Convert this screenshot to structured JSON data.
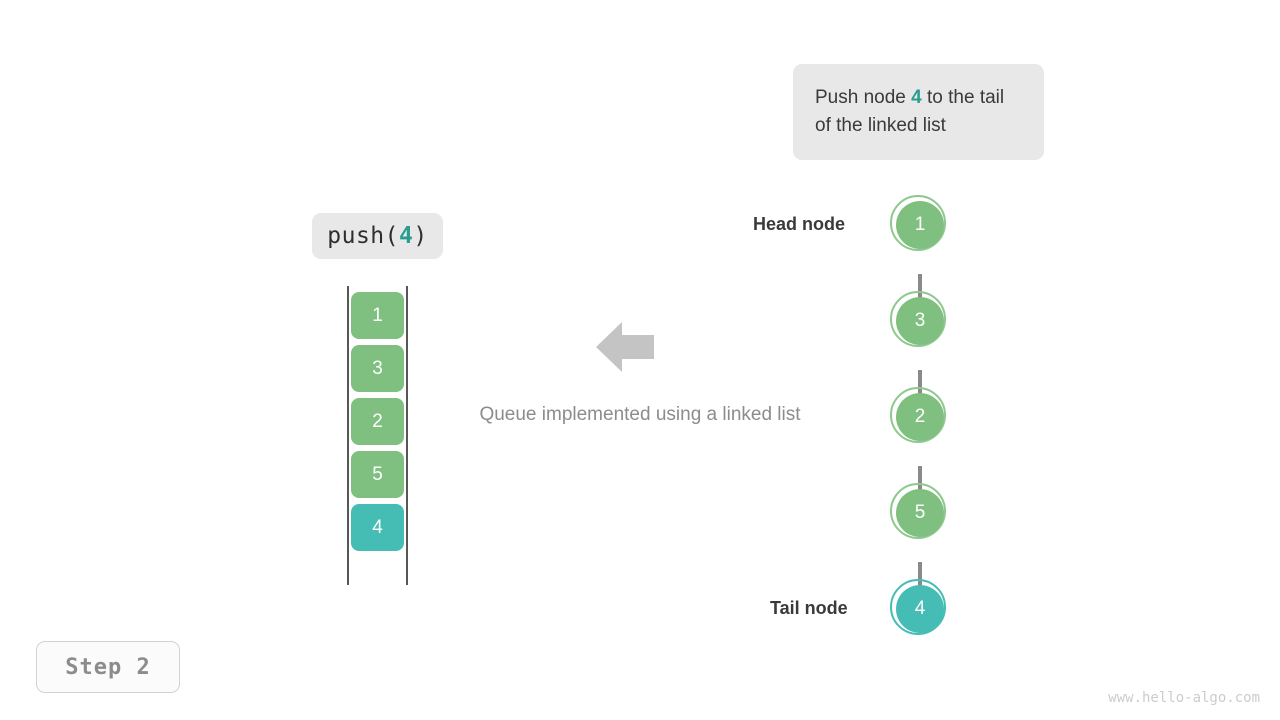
{
  "callout": {
    "prefix": "Push node ",
    "highlight": "4",
    "suffix": " to the tail of the linked list"
  },
  "operation": {
    "prefix": "push(",
    "arg": "4",
    "suffix": ")"
  },
  "queue": {
    "items": [
      {
        "value": "1",
        "state": "normal"
      },
      {
        "value": "3",
        "state": "normal"
      },
      {
        "value": "2",
        "state": "normal"
      },
      {
        "value": "5",
        "state": "normal"
      },
      {
        "value": "4",
        "state": "highlight"
      }
    ]
  },
  "caption": "Queue implemented using a linked list",
  "arrow_direction": "left",
  "linked_list": {
    "nodes": [
      {
        "value": "1",
        "state": "normal"
      },
      {
        "value": "3",
        "state": "normal"
      },
      {
        "value": "2",
        "state": "normal"
      },
      {
        "value": "5",
        "state": "normal"
      },
      {
        "value": "4",
        "state": "highlight"
      }
    ],
    "head_label": "Head node",
    "tail_label": "Tail node"
  },
  "step_badge": "Step 2",
  "watermark": "www.hello-algo.com",
  "colors": {
    "green": "#7fc081",
    "green_ring": "#8cc98e",
    "teal": "#46bdb4",
    "highlight_text": "#2a9d8f",
    "box_gray": "#e8e8e8",
    "arrow_gray": "#8a8a8a",
    "rail": "#575757"
  }
}
